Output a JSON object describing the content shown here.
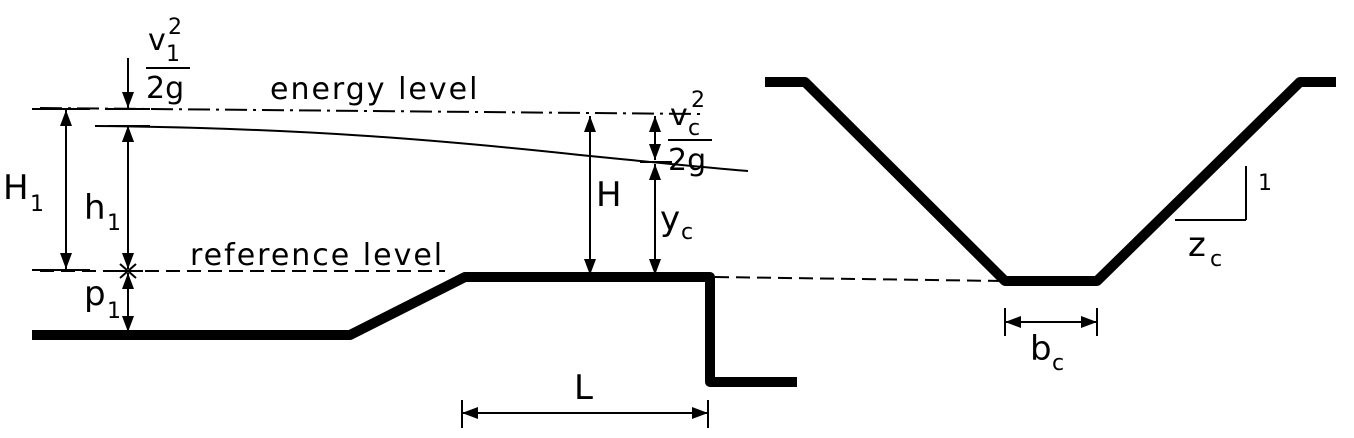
{
  "labels": {
    "energy_level": "energy level",
    "reference_level": "reference level",
    "H1_main": "H",
    "H1_sub": "1",
    "h1_main": "h",
    "h1_sub": "1",
    "p1_main": "p",
    "p1_sub": "1",
    "H": "H",
    "yc_main": "y",
    "yc_sub": "c",
    "v1_main": "v",
    "v1_sub": "1",
    "v1_sup": "2",
    "v1_den": "2g",
    "vc_main": "v",
    "vc_sub": "c",
    "vc_sup": "2",
    "vc_den": "2g",
    "L": "L",
    "bc_main": "b",
    "bc_sub": "c",
    "zc_main": "z",
    "zc_sub": "c",
    "slope_one": "1"
  }
}
